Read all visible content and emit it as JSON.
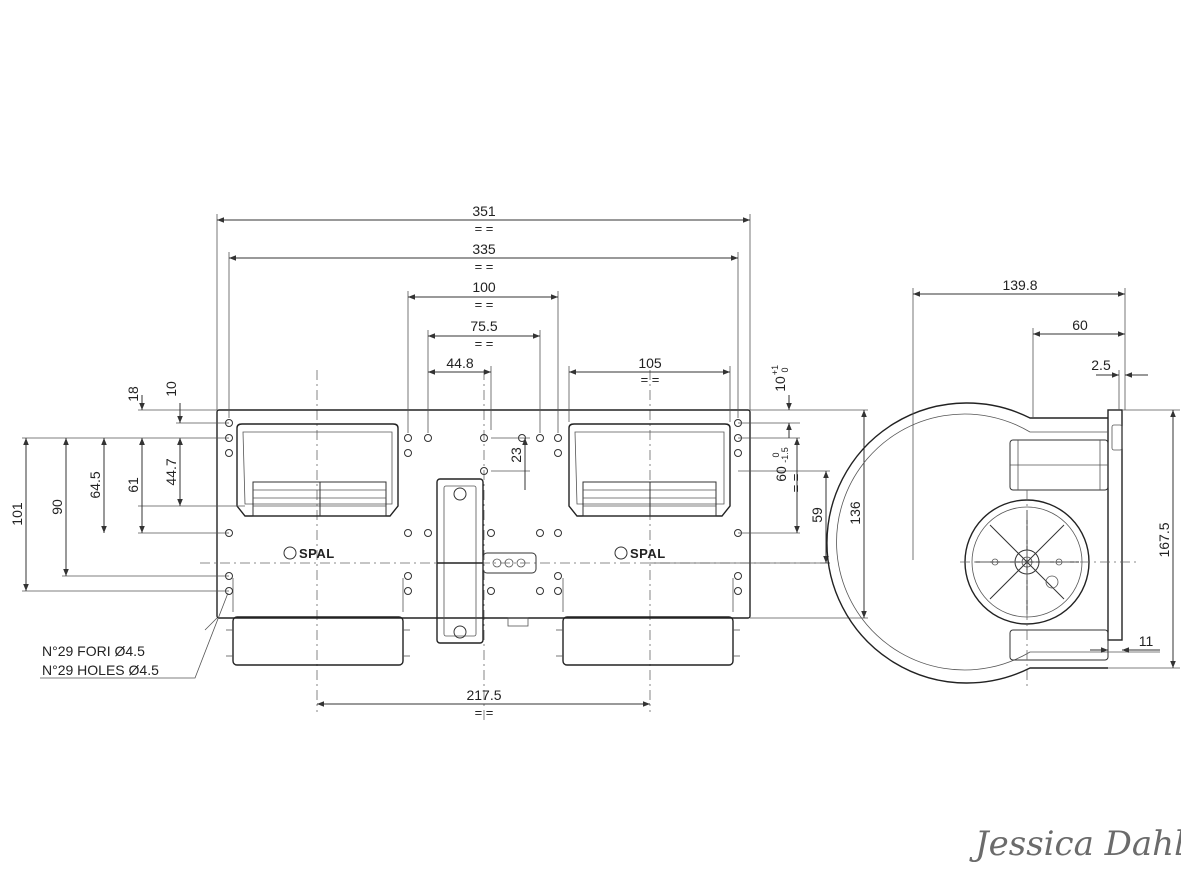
{
  "front_view": {
    "dimensions": {
      "overall_width": "351",
      "hole_span": "335",
      "span_100": "100",
      "span_75_5": "75.5",
      "span_44_8": "44.8",
      "span_105": "105",
      "span_217_5": "217.5",
      "offset_23": "23",
      "right_tol": "10",
      "right_tol_sup": "+1",
      "right_tol_sub": "0",
      "right_60": "60",
      "right_60_sup": "0",
      "right_60_sub": "-1.5",
      "right_59": "59",
      "height_136": "136",
      "left_18": "18",
      "left_10": "10",
      "left_44_7": "44.7",
      "left_61": "61",
      "left_64_5": "64.5",
      "left_90": "90",
      "left_101": "101"
    },
    "equal_mark": "= =",
    "brand_left": "SPAL",
    "brand_right": "SPAL",
    "holes_note_it": "N°29 FORI Ø4.5",
    "holes_note_en": "N°29 HOLES Ø4.5"
  },
  "side_view": {
    "dimensions": {
      "depth_139_8": "139.8",
      "depth_60": "60",
      "flange_2_5": "2.5",
      "height_167_5": "167.5",
      "foot_11": "11"
    }
  },
  "signature": "Jessica Dahl"
}
